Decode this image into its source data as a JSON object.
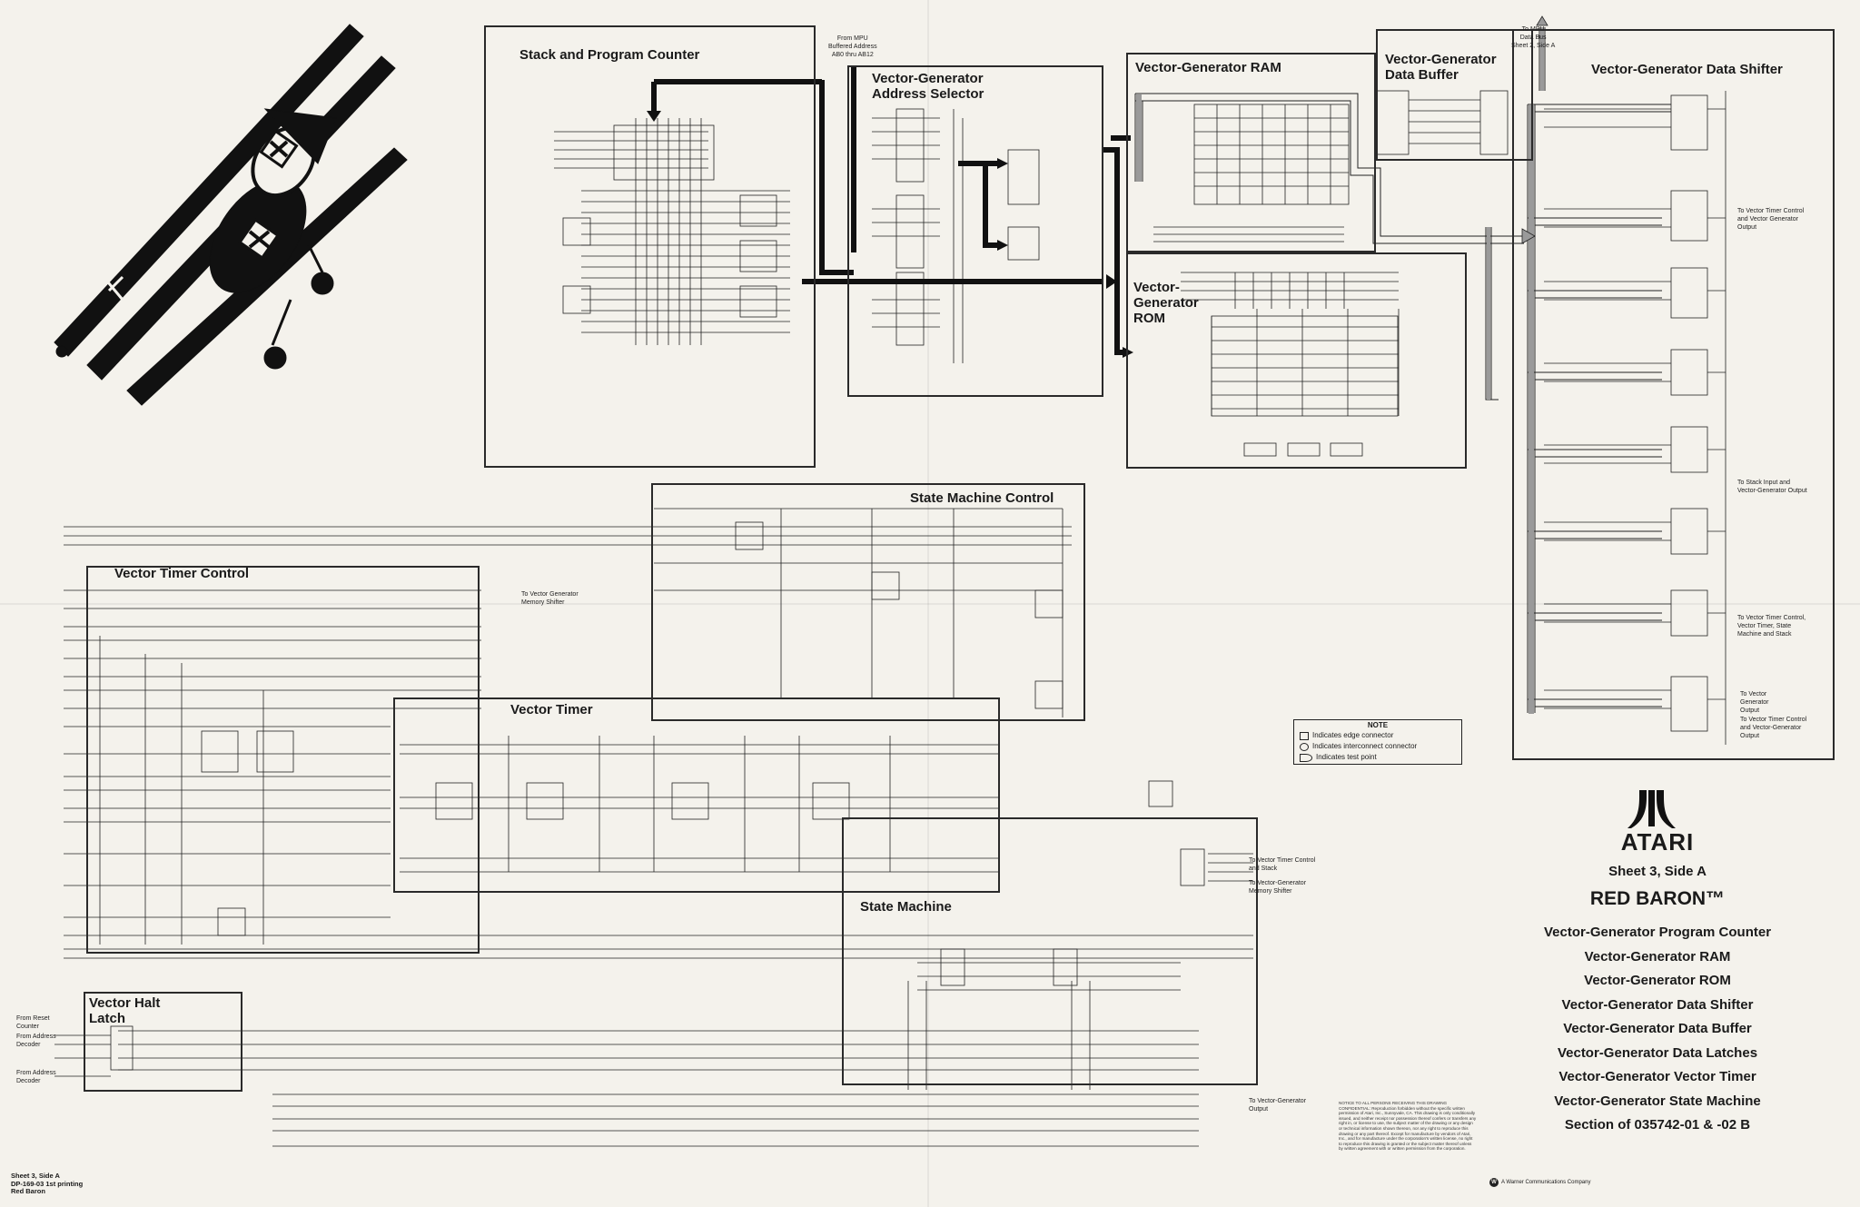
{
  "blocks": {
    "stack_program_counter": "Stack and Program Counter",
    "address_selector": "Vector-Generator\nAddress Selector",
    "vg_ram": "Vector-Generator RAM",
    "data_buffer": "Vector-Generator\nData Buffer",
    "data_shifter": "Vector-Generator Data Shifter",
    "vg_rom": "Vector-\nGenerator\nROM",
    "state_machine_control": "State Machine Control",
    "vector_timer_control": "Vector Timer Control",
    "vector_timer": "Vector Timer",
    "state_machine": "State Machine",
    "vector_halt_latch": "Vector Halt\nLatch"
  },
  "annotations": {
    "from_mpu": "From MPU\nBuffered Address\nAB0 thru AB12",
    "to_mpu": "To MPU\nData Bus\nSheet 2, Side A",
    "to_vg_memory_shifter": "To Vector Generator\nMemory Shifter",
    "to_vtc_vg_output": "To Vector Timer Control\nand Vector Generator\nOutput",
    "to_stack_input": "To Stack Input and\nVector-Generator Output",
    "to_vtc_vt_sm_stack": "To Vector Timer Control,\nVector Timer, State\nMachine and Stack",
    "to_vg_output": "To Vector\nGenerator\nOutput",
    "to_vtc_vgo": "To Vector Timer Control\nand Vector-Generator\nOutput",
    "to_vtc_stack": "To Vector Timer Control\nand Stack",
    "to_vg_memory_shifter_2": "To Vector-Generator\nMemory Shifter",
    "to_vg_output_2": "To Vector-Generator\nOutput",
    "from_reset_counter": "From Reset\nCounter",
    "from_address_decoder": "From Address\nDecoder",
    "from_address_decoder_2": "From Address\nDecoder"
  },
  "note": {
    "title": "NOTE",
    "items": [
      "Indicates edge connector",
      "Indicates interconnect connector",
      "Indicates test point"
    ]
  },
  "title_block": {
    "brand": "ATARI",
    "sheet": "Sheet 3, Side A",
    "game": "RED BARON™",
    "items": [
      "Vector-Generator Program Counter",
      "Vector-Generator RAM",
      "Vector-Generator ROM",
      "Vector-Generator Data Shifter",
      "Vector-Generator Data Buffer",
      "Vector-Generator Data Latches",
      "Vector-Generator Vector Timer",
      "Vector-Generator State Machine",
      "Section of 035742-01 & -02    B"
    ]
  },
  "confidential": "NOTICE TO ALL PERSONS RECEIVING THIS DRAWING CONFIDENTIAL: Reproduction forbidden without the specific written permission of Atari, Inc., Sunnyvale, CA. This drawing is only conditionally issued, and neither receipt nor possession thereof confers or transfers any right in, or license to use, the subject matter of the drawing or any design or technical information shown thereon, nor any right to reproduce this drawing or any part thereof. Except for manufacture by vendors of Atari, Inc., and for manufacture under the corporation's written license, no right to reproduce this drawing is granted or the subject matter thereof unless by written agreement with or written permission from the corporation.",
  "footer": "Sheet 3, Side A\nDP-169-03    1st printing\nRed Baron",
  "warner": "A Warner Communications Company",
  "colors": {
    "ink": "#1a1a1a",
    "paper": "#f4f2ec",
    "bus_gray": "#9a9a9a"
  }
}
